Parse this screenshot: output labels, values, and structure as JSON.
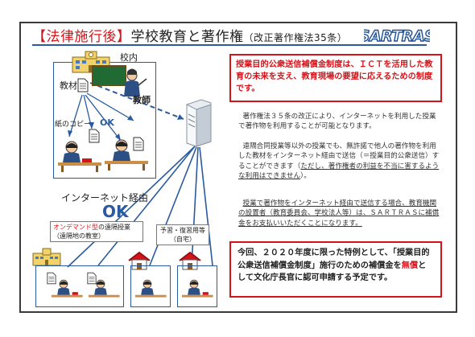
{
  "header": {
    "bracket": "【法律施行後】",
    "title": "学校教育と著作権",
    "subtitle": "（改正著作権法35条）",
    "logo": "SARTRAS"
  },
  "diagram": {
    "campus_label": "校内",
    "material_label": "教材",
    "teacher_label": "教師",
    "copy_label": "紙のコピー",
    "ok_small": "OK",
    "internet_label": "インターネット経由",
    "ok_big": "OK",
    "ondemand_highlight": "オンデマンド型",
    "ondemand_rest": "の遠隔授業",
    "ondemand_sub": "（遠隔地の教室）",
    "study_label_1": "予習・復習用等",
    "study_label_2": "（自宅）"
  },
  "notice_top": "授業目的公衆送信補償金制度は、ＩＣＴを活用した教育の未来を支え、教育現場の要望に応えるための制度です。",
  "paragraphs": {
    "p1": "著作権法３５条の改正により、インターネットを利用した授業で著作物を利用することが可能となります。",
    "p2_plain": "遠隔合同授業等以外の授業でも、無許諾で他人の著作物を利用した教材をインターネット経由で送信（＝授業目的公衆送信）することができます（",
    "p2_underline": "ただし、著作権者の利益を不当に害するような利用はできません",
    "p2_end": "）。",
    "p3_underline": "授業で著作物をインターネット経由で送信する場合、教育機関の設置者（教育委員会、学校法人等）は、ＳＡＲＴＲＡＳに補償金をお支払いいただくことになります。"
  },
  "notice_bottom": {
    "part1": "今回、２０２０年度に限った特例として、「授業目的公衆送信補償金制度」施行のための補償金を",
    "red": "無償",
    "part2": "として文化庁長官に認可申請する予定です。"
  },
  "colors": {
    "accent_red": "#d4141a",
    "accent_blue": "#2a5aa0"
  }
}
